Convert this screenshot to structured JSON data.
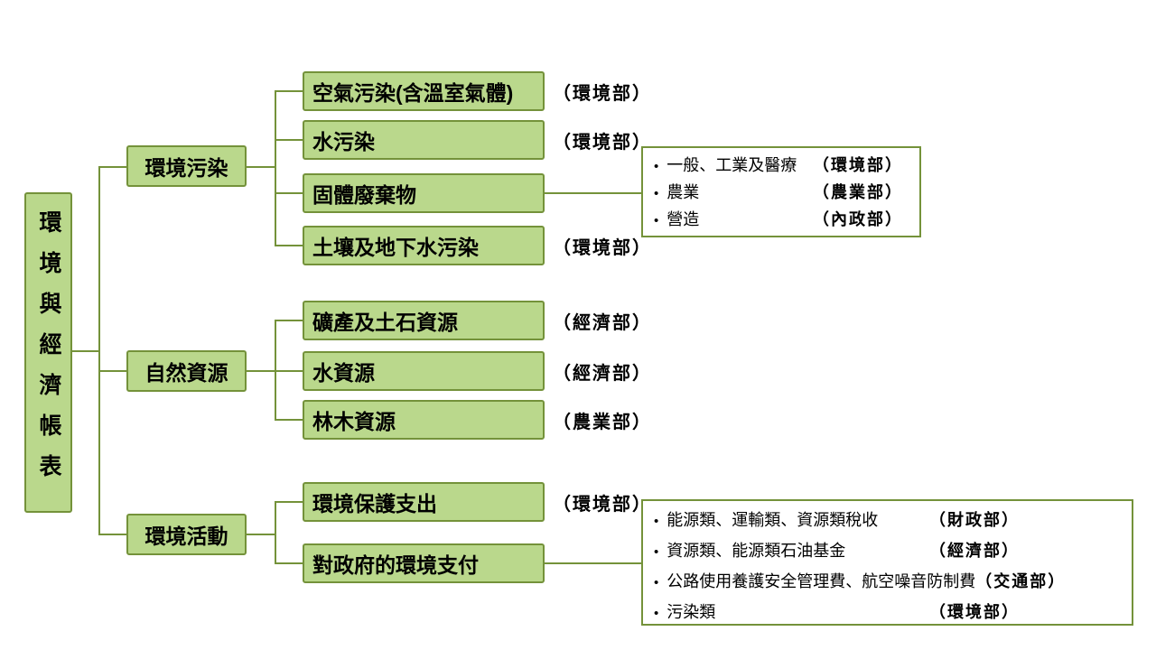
{
  "colors": {
    "node_fill": "#bad88c",
    "node_border": "#74923a",
    "connector": "#74923a",
    "text": "#000000"
  },
  "root": {
    "label": "環境與經濟帳表"
  },
  "branches": [
    {
      "label": "環境污染",
      "children": [
        {
          "label": "空氣污染(含溫室氣體)",
          "dept": "（環境部）"
        },
        {
          "label": "水污染",
          "dept": "（環境部）"
        },
        {
          "label": "固體廢棄物",
          "dept": ""
        },
        {
          "label": "土壤及地下水污染",
          "dept": "（環境部）"
        }
      ]
    },
    {
      "label": "自然資源",
      "children": [
        {
          "label": "礦產及土石資源",
          "dept": "（經濟部）"
        },
        {
          "label": "水資源",
          "dept": "（經濟部）"
        },
        {
          "label": "林木資源",
          "dept": "（農業部）"
        }
      ]
    },
    {
      "label": "環境活動",
      "children": [
        {
          "label": "環境保護支出",
          "dept": "（環境部）"
        },
        {
          "label": "對政府的環境支付",
          "dept": ""
        }
      ]
    }
  ],
  "detail_boxes": [
    {
      "rows": [
        {
          "text": "一般、工業及醫療",
          "dept": "（環境部）"
        },
        {
          "text": "農業",
          "dept": "（農業部）"
        },
        {
          "text": "營造",
          "dept": "（內政部）"
        }
      ]
    },
    {
      "rows": [
        {
          "text": "能源類、運輸類、資源類稅收",
          "dept": "（財政部）"
        },
        {
          "text": "資源類、能源類石油基金",
          "dept": "（經濟部）"
        },
        {
          "text": "公路使用養護安全管理費、航空噪音防制費",
          "dept": "（交通部）"
        },
        {
          "text": "污染類",
          "dept": "（環境部）"
        }
      ]
    }
  ]
}
